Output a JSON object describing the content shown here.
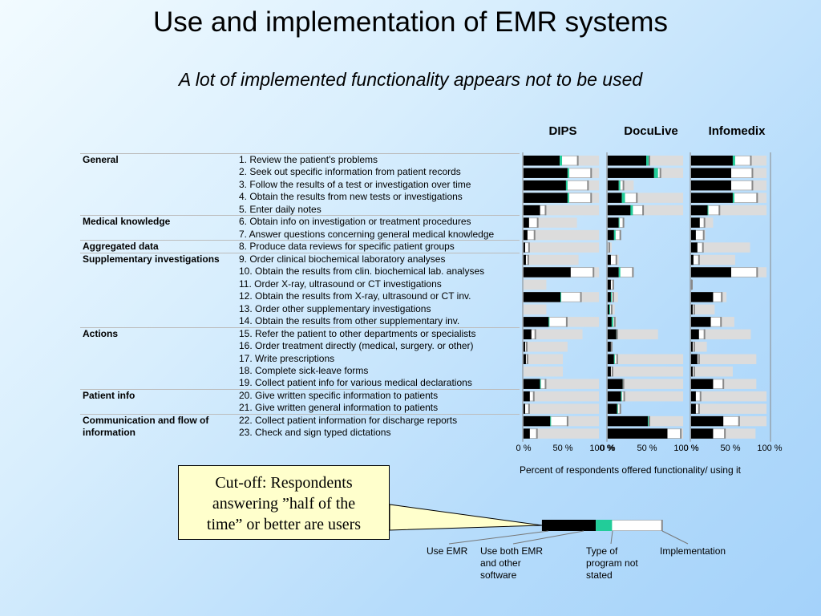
{
  "title": "Use and implementation of EMR systems",
  "subtitle": "A lot of implemented functionality appears not to be used",
  "columns": [
    "DIPS",
    "DocuLive",
    "Infomedix"
  ],
  "x_ticks": [
    "0 %",
    "50 %",
    "100 %"
  ],
  "x_caption": "Percent of respondents offered functionality/ using it",
  "callout": {
    "line1": "Cut-off: Respondents",
    "line2": "answering ”half of the",
    "line3": "time” or better are users"
  },
  "legend": {
    "use_emr": "Use EMR",
    "use_both": "Use both EMR and other software",
    "type_not_stated": "Type of program not stated",
    "implementation": "Implementation"
  },
  "legend_sample": {
    "use_emr": 43,
    "use_both": 13,
    "not_stated": 40,
    "implementation": 48
  },
  "colors": {
    "use_emr": "#000000",
    "use_both": "#22cc99",
    "not_stated": "#ffffff",
    "implementation": "#dcdcdc",
    "marker": "#888888"
  },
  "categories": [
    {
      "name": "General",
      "start": 0
    },
    {
      "name": "Medical knowledge",
      "start": 5
    },
    {
      "name": "Aggregated data",
      "start": 7
    },
    {
      "name": "Supplementary investigations",
      "start": 8
    },
    {
      "name": "Actions",
      "start": 14
    },
    {
      "name": "Patient info",
      "start": 19
    },
    {
      "name": "Communication and flow of information",
      "start": 21
    }
  ],
  "items": [
    "1. Review the patient's problems",
    "2. Seek out specific information from patient records",
    "3. Follow the results of a test or investigation over time",
    "4. Obtain the results from new tests or investigations",
    "5. Enter daily notes",
    "6. Obtain info on investigation or treatment procedures",
    "7. Answer questions concerning general medical knowledge",
    "8. Produce data reviews for specific patient groups",
    "9. Order clinical biochemical laboratory analyses",
    "10. Obtain the results from clin. biochemical lab. analyses",
    "11. Order X-ray, ultrasound or CT investigations",
    "12. Obtain the results from X-ray, ultrasound or CT inv.",
    "13. Order other supplementary investigations",
    "14. Obtain the results from other supplementary inv.",
    "15. Refer the patient to other departments or specialists",
    "16. Order treatment directly (medical, surgery. or other)",
    "17. Write prescriptions",
    "18. Complete sick-leave forms",
    "19. Collect patient info for various medical declarations",
    "20. Give written specific information to patients",
    "21. Give written general information to patients",
    "22. Collect patient information for discharge reports",
    "23. Check and sign typed dictations"
  ],
  "chart_data": {
    "type": "bar",
    "orientation": "horizontal stacked",
    "xlim": [
      0,
      100
    ],
    "panels": [
      {
        "name": "DIPS",
        "use_emr": [
          46,
          56,
          54,
          56,
          21,
          7,
          5,
          2,
          3,
          60,
          0,
          47,
          0,
          32,
          10,
          2,
          3,
          0,
          21,
          8,
          2,
          34,
          8
        ],
        "use_both": [
          3,
          2,
          2,
          2,
          0,
          0,
          0,
          0,
          0,
          0,
          0,
          1,
          0,
          1,
          0,
          0,
          0,
          0,
          1,
          0,
          0,
          1,
          0
        ],
        "not_stated": [
          20,
          28,
          26,
          28,
          7,
          11,
          9,
          5,
          3,
          29,
          0,
          25,
          0,
          22,
          5,
          2,
          2,
          0,
          6,
          5,
          5,
          21,
          9
        ],
        "implementation": [
          96,
          96,
          96,
          96,
          96,
          68,
          96,
          96,
          70,
          96,
          29,
          96,
          29,
          96,
          75,
          56,
          50,
          50,
          96,
          96,
          96,
          96,
          96
        ]
      },
      {
        "name": "DocuLive",
        "use_emr": [
          49,
          59,
          14,
          18,
          29,
          14,
          8,
          0,
          4,
          14,
          4,
          4,
          2,
          5,
          11,
          4,
          8,
          4,
          19,
          17,
          12,
          51,
          76
        ],
        "use_both": [
          4,
          5,
          2,
          4,
          3,
          1,
          2,
          0,
          0,
          2,
          0,
          1,
          1,
          2,
          1,
          0,
          1,
          0,
          1,
          1,
          1,
          2,
          0
        ],
        "not_stated": [
          0,
          3,
          4,
          15,
          13,
          5,
          6,
          2,
          7,
          16,
          3,
          2,
          2,
          2,
          0,
          1,
          3,
          2,
          0,
          3,
          3,
          0,
          17
        ],
        "implementation": [
          96,
          96,
          33,
          96,
          96,
          21,
          17,
          5,
          14,
          33,
          8,
          13,
          9,
          11,
          64,
          6,
          96,
          96,
          96,
          96,
          17,
          96,
          96
        ]
      },
      {
        "name": "Infomedix",
        "use_emr": [
          53,
          51,
          51,
          53,
          21,
          11,
          6,
          8,
          3,
          51,
          1,
          28,
          2,
          25,
          10,
          2,
          8,
          2,
          28,
          6,
          6,
          41,
          28
        ],
        "use_both": [
          3,
          0,
          0,
          2,
          1,
          0,
          0,
          0,
          0,
          0,
          0,
          0,
          0,
          0,
          0,
          0,
          0,
          0,
          0,
          0,
          0,
          0,
          0
        ],
        "not_stated": [
          20,
          27,
          27,
          29,
          14,
          6,
          10,
          7,
          7,
          33,
          0,
          11,
          2,
          13,
          7,
          2,
          2,
          2,
          13,
          6,
          4,
          20,
          15
        ],
        "implementation": [
          96,
          96,
          96,
          96,
          96,
          28,
          18,
          75,
          56,
          96,
          1,
          45,
          30,
          55,
          76,
          20,
          83,
          53,
          83,
          96,
          96,
          96,
          82
        ]
      }
    ]
  }
}
